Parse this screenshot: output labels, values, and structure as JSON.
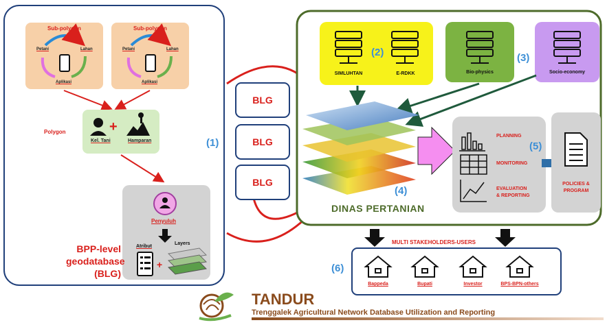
{
  "left_panel": {
    "sub_polygon_1": {
      "title": "Sub-polygon",
      "petani": "Petani",
      "lahan": "Lahan",
      "aplikasi": "Aplikasi"
    },
    "sub_polygon_2": {
      "title": "Sub-polygon",
      "petani": "Petani",
      "lahan": "Lahan",
      "aplikasi": "Aplikasi"
    },
    "polygon": {
      "label": "Polygon",
      "kel_tani": "Kel. Tani",
      "hamparan": "Hamparan",
      "plus": "+"
    },
    "penyuluh_box": {
      "penyuluh": "Penyuluh",
      "atribut": "Atribut",
      "layers": "Layers",
      "plus": "+"
    },
    "bpp_label": [
      "BPP-level",
      "geodatabase",
      "(BLG)"
    ]
  },
  "step_labels": {
    "s1": "(1)",
    "s2": "(2)",
    "s3": "(3)",
    "s4": "(4)",
    "s5": "(5)",
    "s6": "(6)"
  },
  "blg_boxes": [
    "BLG",
    "BLG",
    "BLG"
  ],
  "dinas": {
    "title": "DINAS PERTANIAN",
    "sources": {
      "simluhtan": "SIMLUHTAN",
      "erdkk": "E-RDKK",
      "biophysics": "Bio-physics",
      "socioeconomy": "Socio-economy"
    },
    "outputs": {
      "planning": "PLANNING",
      "monitoring": "MONITORING",
      "evaluation": "EVALUATION\n& REPORTING"
    },
    "policies": "POLICIES &\nPROGRAM"
  },
  "stakeholders": {
    "title": "MULTI STAKEHOLDERS-USERS",
    "users": [
      "Bappeda",
      "Bupati",
      "Investor",
      "BPS-BPN-others"
    ]
  },
  "footer": {
    "name": "TANDUR",
    "subtitle": "Trenggalek Agricultural Network Database Utilization and Reporting"
  },
  "colors": {
    "navy": "#1f3f7a",
    "red": "#d9201c",
    "green_frame": "#4d6b2a",
    "yellow": "#f7f21a",
    "green": "#7cb342",
    "purple": "#c89af0",
    "peach": "#f7d0a8",
    "pale_green": "#d5ecc3",
    "grey": "#d3d3d3",
    "blue_step": "#3d8fd6"
  }
}
